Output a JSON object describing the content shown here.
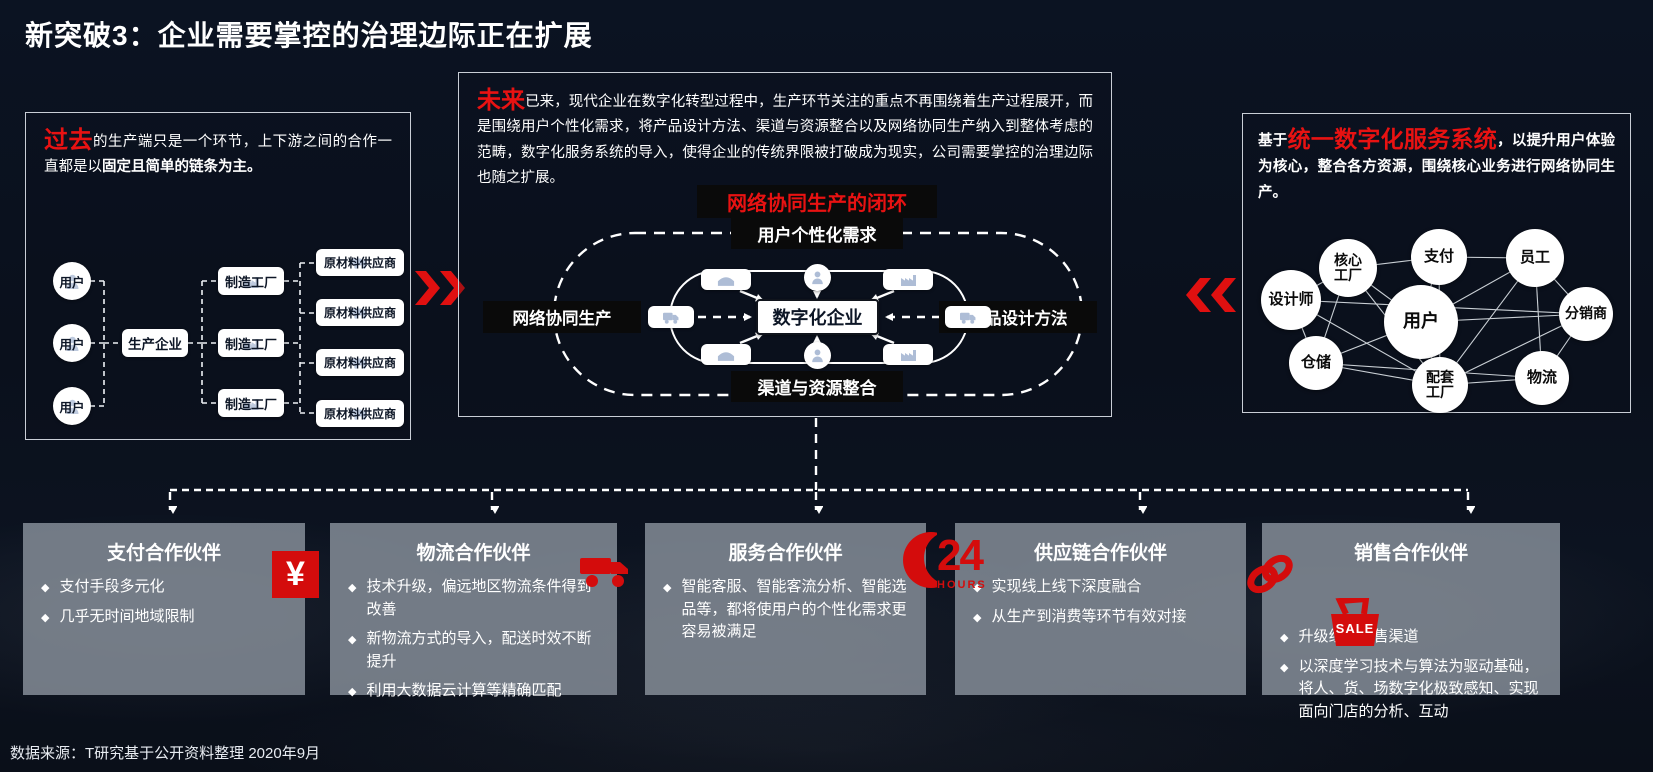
{
  "title": "新突破3：企业需要掌控的治理边际正在扩展",
  "colors": {
    "accent_red": "#e81212",
    "badge_red": "#d40c0c",
    "card_gray": "#858d98"
  },
  "bullet_glyph": "◆",
  "past_panel": {
    "keyword": "过去",
    "text_normal": "的生产端只是一个环节，上下游之间的合作一直都是以",
    "text_bold": "固定且简单的链条为主。",
    "users": [
      "用户",
      "用户",
      "用户"
    ],
    "producer": "生产企业",
    "factories": [
      "制造工厂",
      "制造工厂",
      "制造工厂"
    ],
    "suppliers": [
      "原材料供应商",
      "原材料供应商",
      "原材料供应商",
      "原材料供应商"
    ]
  },
  "future_panel": {
    "keyword": "未来",
    "text": "已来，现代企业在数字化转型过程中，生产环节关注的重点不再围绕着生产过程展开，而是围绕用户个性化需求，将产品设计方法、渠道与资源整合以及网络协同生产纳入到整体考虑的范畴，数字化服务系统的导入，使得企业的传统界限被打破成为现实，公司需要掌控的治理边际也随之扩展。",
    "loop": {
      "title": "网络协同生产的闭环",
      "top": "用户个性化需求",
      "left": "网络协同生产",
      "right": "产品设计方法",
      "bottom": "渠道与资源整合",
      "center": "数字化企业"
    }
  },
  "unified_panel": {
    "prefix": "基于",
    "keyword": "统一数字化服务系统",
    "suffix": "，以提升用户体验为核心，整合各方资源，围绕核心业务进行网络协同生产。",
    "nodes": [
      "设计师",
      "核心工厂",
      "支付",
      "员工",
      "分销商",
      "用户",
      "仓储",
      "配套工厂",
      "物流"
    ]
  },
  "partners": [
    {
      "title": "支付合作伙伴",
      "icon": "yuan-icon",
      "icon_text": "¥",
      "bullets": [
        "支付手段多元化",
        "几乎无时间地域限制"
      ]
    },
    {
      "title": "物流合作伙伴",
      "icon": "truck-icon",
      "bullets": [
        "技术升级，偏远地区物流条件得到改善",
        "新物流方式的导入，配送时效不断提升",
        "利用大数据云计算等精确匹配"
      ]
    },
    {
      "title": "服务合作伙伴",
      "icon": "24-hours-icon",
      "icon_text": "24",
      "icon_subtext": "HOURS",
      "bullets": [
        "智能客服、智能客流分析、智能选品等，都将使用户的个性化需求更容易被满足"
      ]
    },
    {
      "title": "供应链合作伙伴",
      "icon": "chain-link-icon",
      "bullets": [
        "实现线上线下深度融合",
        "从生产到消费等环节有效对接"
      ]
    },
    {
      "title": "销售合作伙伴",
      "icon": "sale-basket-icon",
      "icon_text": "SALE",
      "bullets": [
        "升级线下零售渠道",
        "以深度学习技术与算法为驱动基础，将人、货、场数字化极致感知、实现面向门店的分析、互动"
      ]
    }
  ],
  "source_note": "数据来源：T研究基于公开资料整理  2020年9月"
}
